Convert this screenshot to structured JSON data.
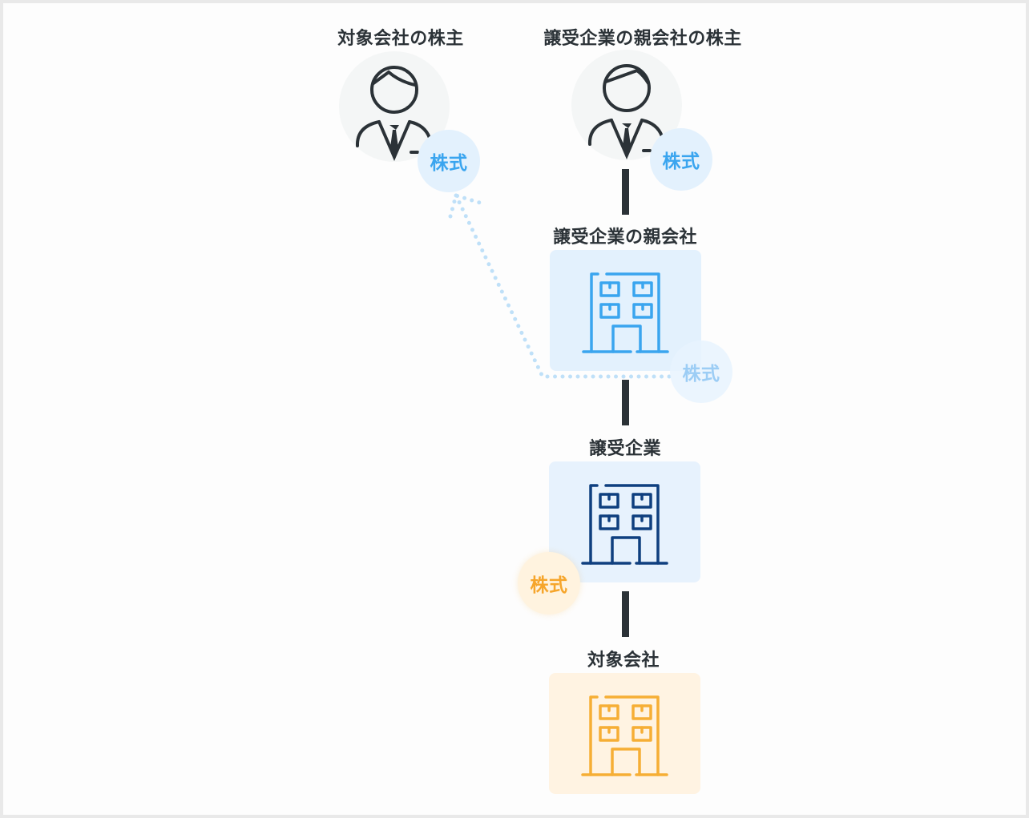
{
  "diagram": {
    "nodes": {
      "target_shareholder": {
        "label": "対象会社の株主",
        "icon": "person-icon",
        "badge": "株式"
      },
      "parent_shareholder": {
        "label": "譲受企業の親会社の株主",
        "icon": "person-icon",
        "badge": "株式"
      },
      "acquirer_parent": {
        "label": "譲受企業の親会社",
        "icon": "building-icon",
        "badge": "株式"
      },
      "acquirer": {
        "label": "譲受企業",
        "icon": "building-icon",
        "badge": "株式"
      },
      "target": {
        "label": "対象会社",
        "icon": "building-icon"
      }
    },
    "colors": {
      "text": "#2b3237",
      "blue_accent": "#3aa5ef",
      "blue_light_bg": "#e3f1fd",
      "navy": "#0f3f7f",
      "navy_bg": "#e7f2fd",
      "orange": "#f6a52b",
      "orange_bg": "#fff3e2",
      "person_bg": "#f4f6f6",
      "dotted_line": "#bfe0f8"
    }
  }
}
